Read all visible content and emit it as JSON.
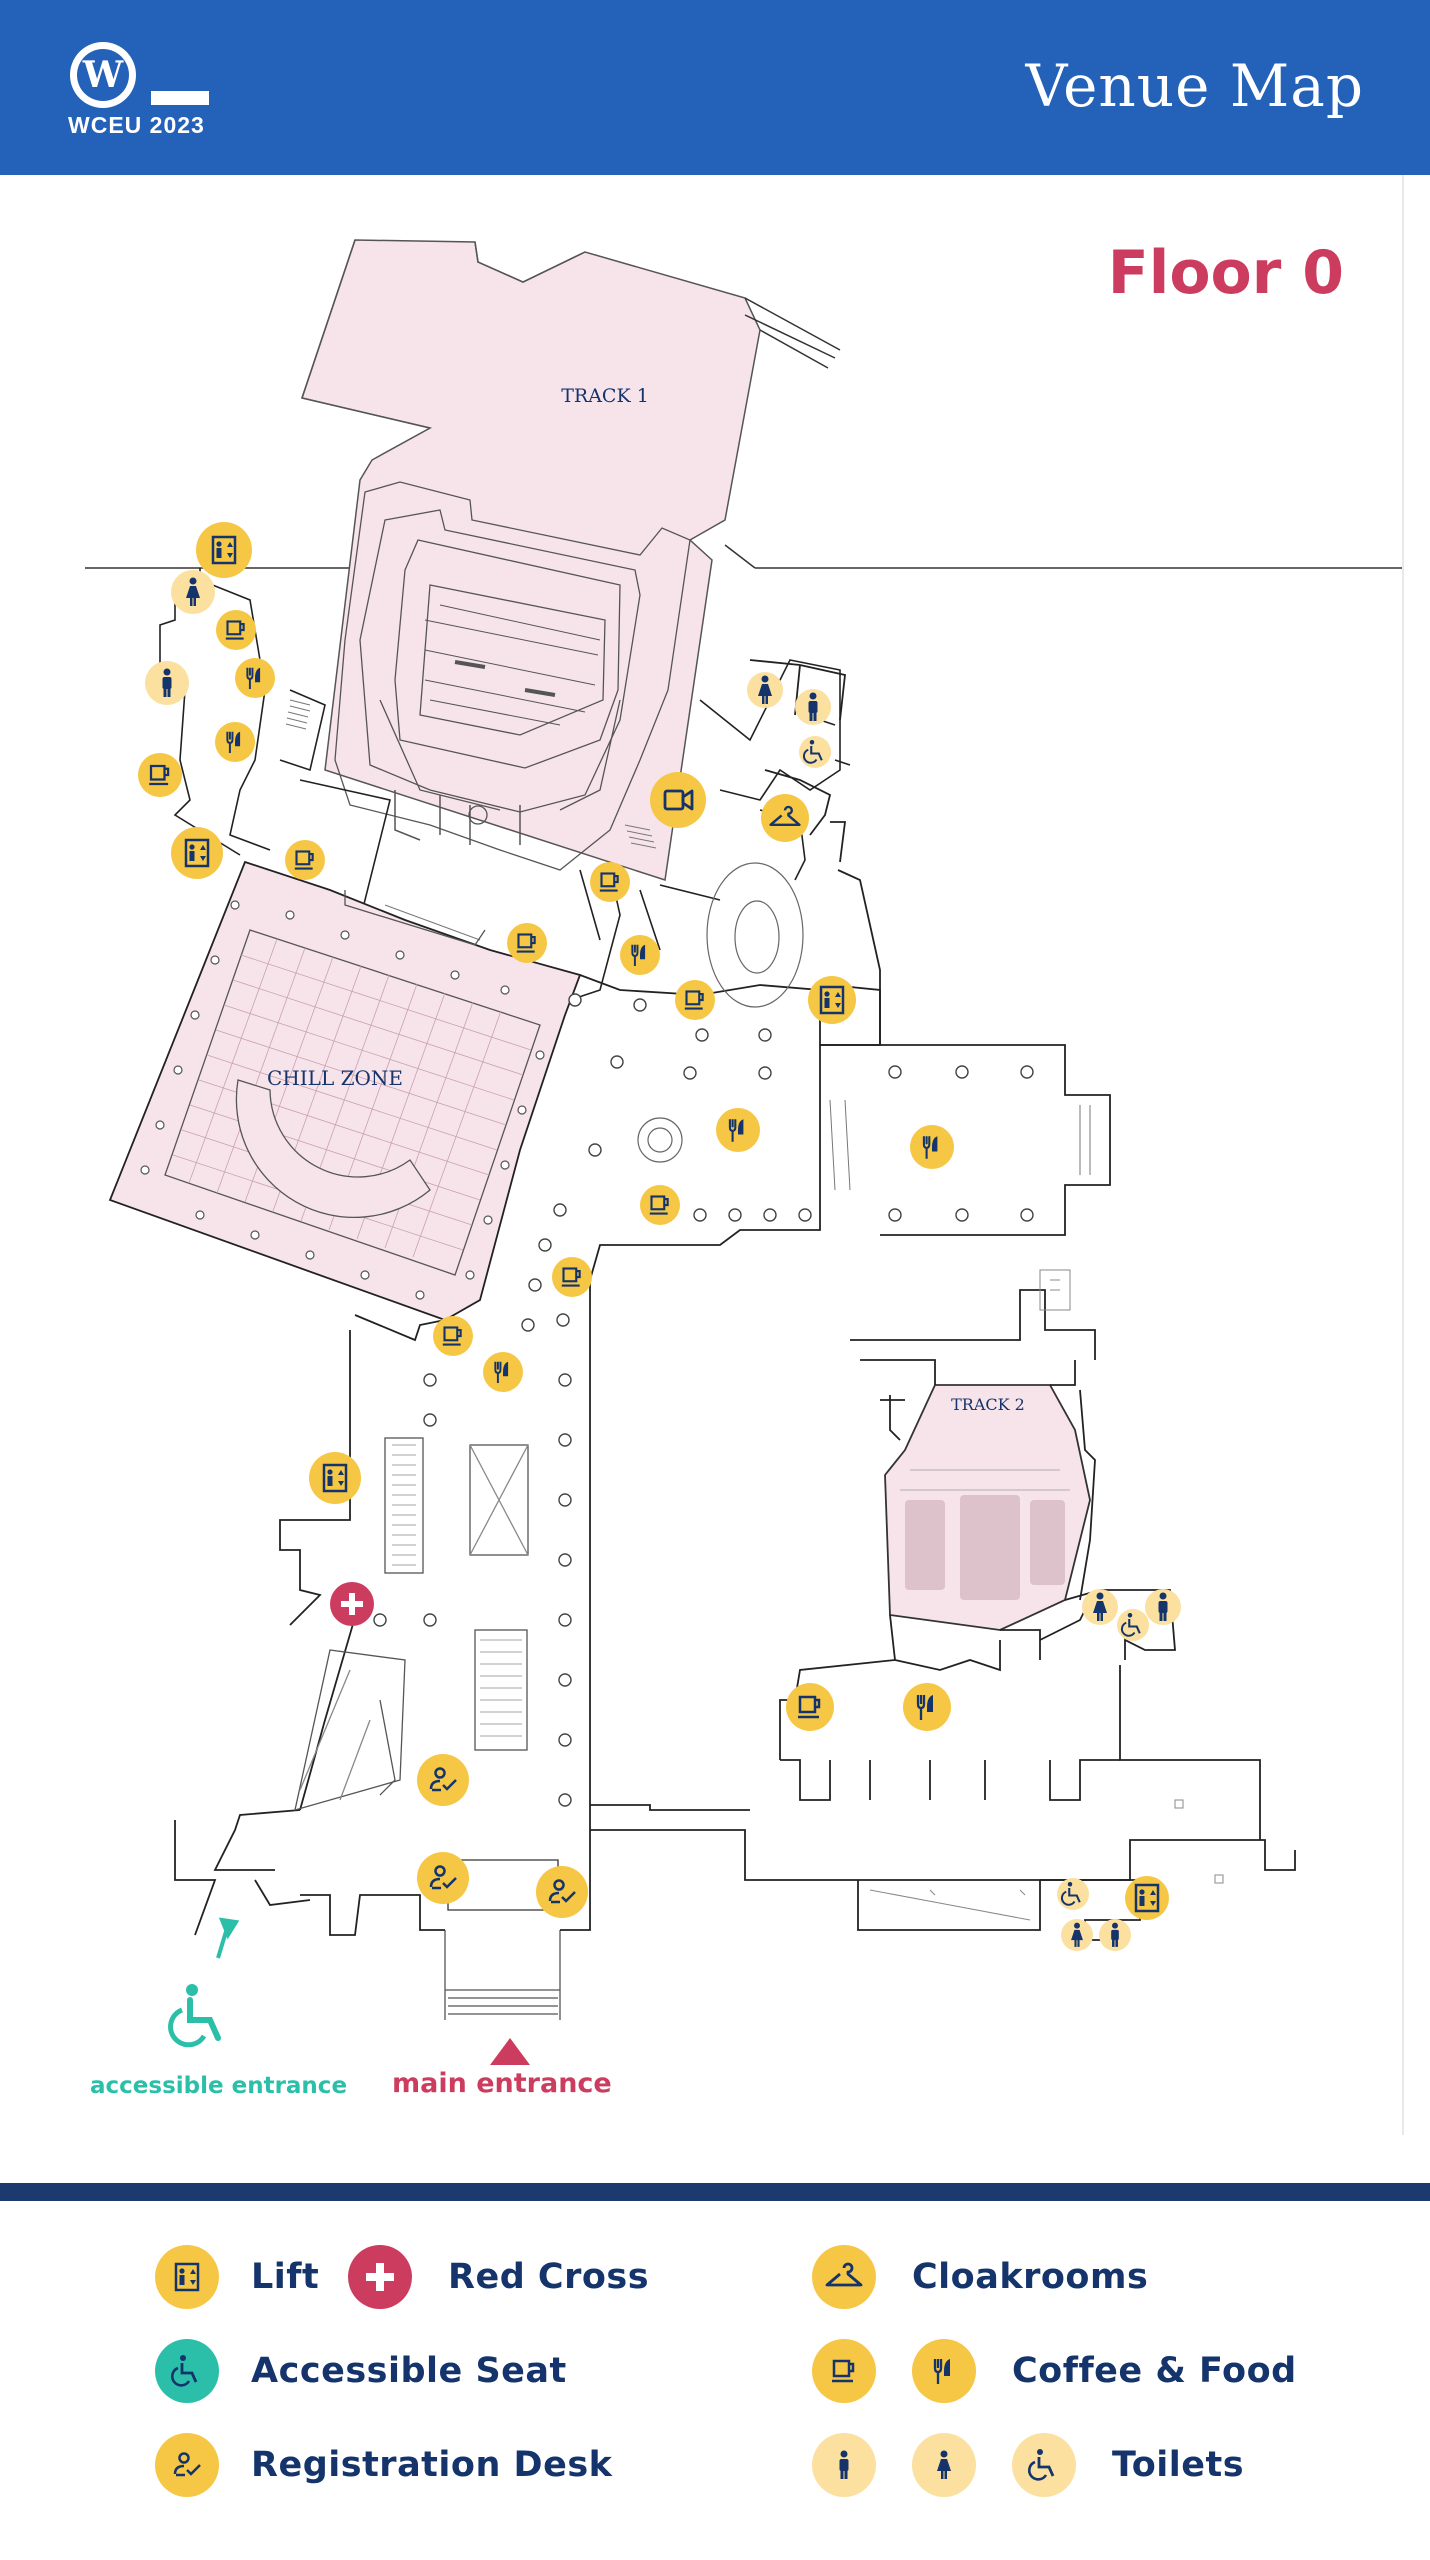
{
  "header": {
    "logo_text": "WCEU",
    "logo_year": "2023",
    "title": "Venue Map"
  },
  "map": {
    "floor_label": "Floor 0",
    "areas": {
      "track1": "TRACK 1",
      "chill_zone": "CHILL ZONE",
      "track2": "TRACK 2"
    },
    "entrances": {
      "accessible": "accessible entrance",
      "main": "main entrance"
    }
  },
  "legend": {
    "lift": "Lift",
    "red_cross": "Red Cross",
    "cloakrooms": "Cloakrooms",
    "accessible_seat": "Accessible Seat",
    "coffee_food": "Coffee & Food",
    "registration_desk": "Registration Desk",
    "toilets": "Toilets"
  },
  "colors": {
    "header_blue": "#2461b8",
    "navy_text": "#14346b",
    "accent_red": "#cc3c5e",
    "icon_yellow": "#f6c744",
    "pale_yellow": "#fbe0a0",
    "teal": "#2bbfaa",
    "zone_pink": "#f7e4ea"
  }
}
